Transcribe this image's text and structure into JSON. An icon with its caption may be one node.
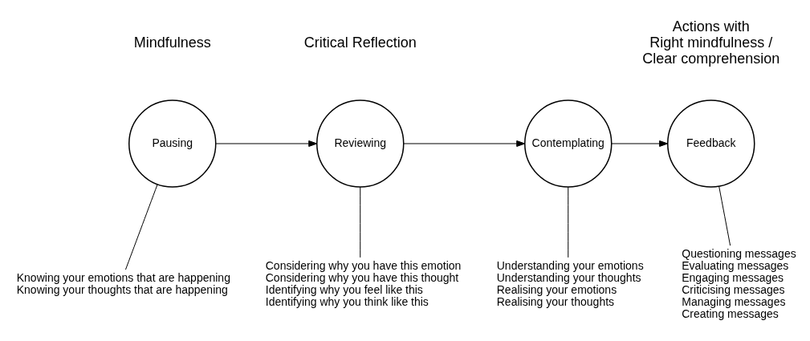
{
  "diagram": {
    "nodes": [
      {
        "text": [
          "Pausing"
        ]
      },
      {
        "text": [
          "Reviewing"
        ]
      },
      {
        "text": [
          "Contemplating"
        ]
      },
      {
        "text": [
          "Feedback"
        ]
      },
      {
        "text": [
          "Knowing your emotions that are happening",
          "Knowing your thoughts that are happening"
        ]
      },
      {
        "text": [
          "Considering why you have this emotion",
          "Considering why you have this thought",
          "Identifying why you feel like this",
          "Identifying why you think like this"
        ]
      },
      {
        "text": [
          "Understanding your emotions",
          "Understanding your thoughts",
          "Realising your emotions",
          "Realising your thoughts"
        ]
      },
      {
        "text": [
          "Questioning messages",
          "Evaluating messages",
          "Engaging messages",
          "Criticising messages",
          "Managing messages",
          "Creating messages"
        ]
      }
    ],
    "edges": [
      {
        "from": 0,
        "to": 1,
        "arrow": "to"
      },
      {
        "from": 1,
        "to": 2,
        "arrow": "to"
      },
      {
        "from": 2,
        "to": 3,
        "arrow": "to"
      },
      {
        "from": 0,
        "to": 4,
        "arrow": "none"
      },
      {
        "from": 1,
        "to": 5,
        "arrow": "none"
      },
      {
        "from": 2,
        "to": 6,
        "arrow": "none"
      },
      {
        "from": 3,
        "to": 7,
        "arrow": "none"
      }
    ],
    "labels": [
      "Mindfulness",
      "Critical Reflection",
      "Actions with Right mindfulness / Clear comprehension"
    ]
  }
}
